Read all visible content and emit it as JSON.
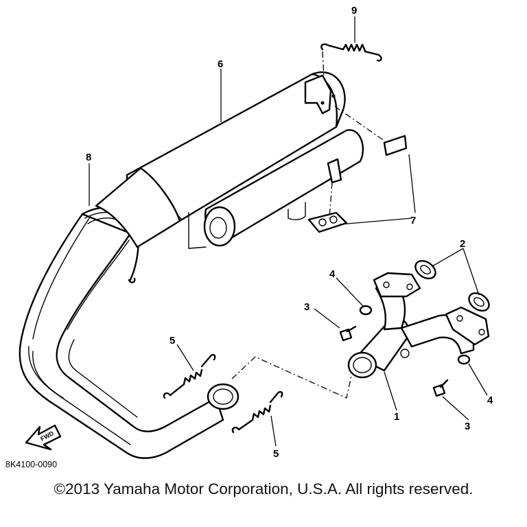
{
  "diagram": {
    "drawing_code": "8K4100-0090",
    "copyright": "©2013 Yamaha Motor Corporation, U.S.A. All rights reserved.",
    "fwd_label": "FWD",
    "part_labels": {
      "p1": "1",
      "p2": "2",
      "p3a": "3",
      "p3b": "3",
      "p4a": "4",
      "p4b": "4",
      "p5a": "5",
      "p5b": "5",
      "p6": "6",
      "p7": "7",
      "p8": "8",
      "p9": "9"
    }
  }
}
